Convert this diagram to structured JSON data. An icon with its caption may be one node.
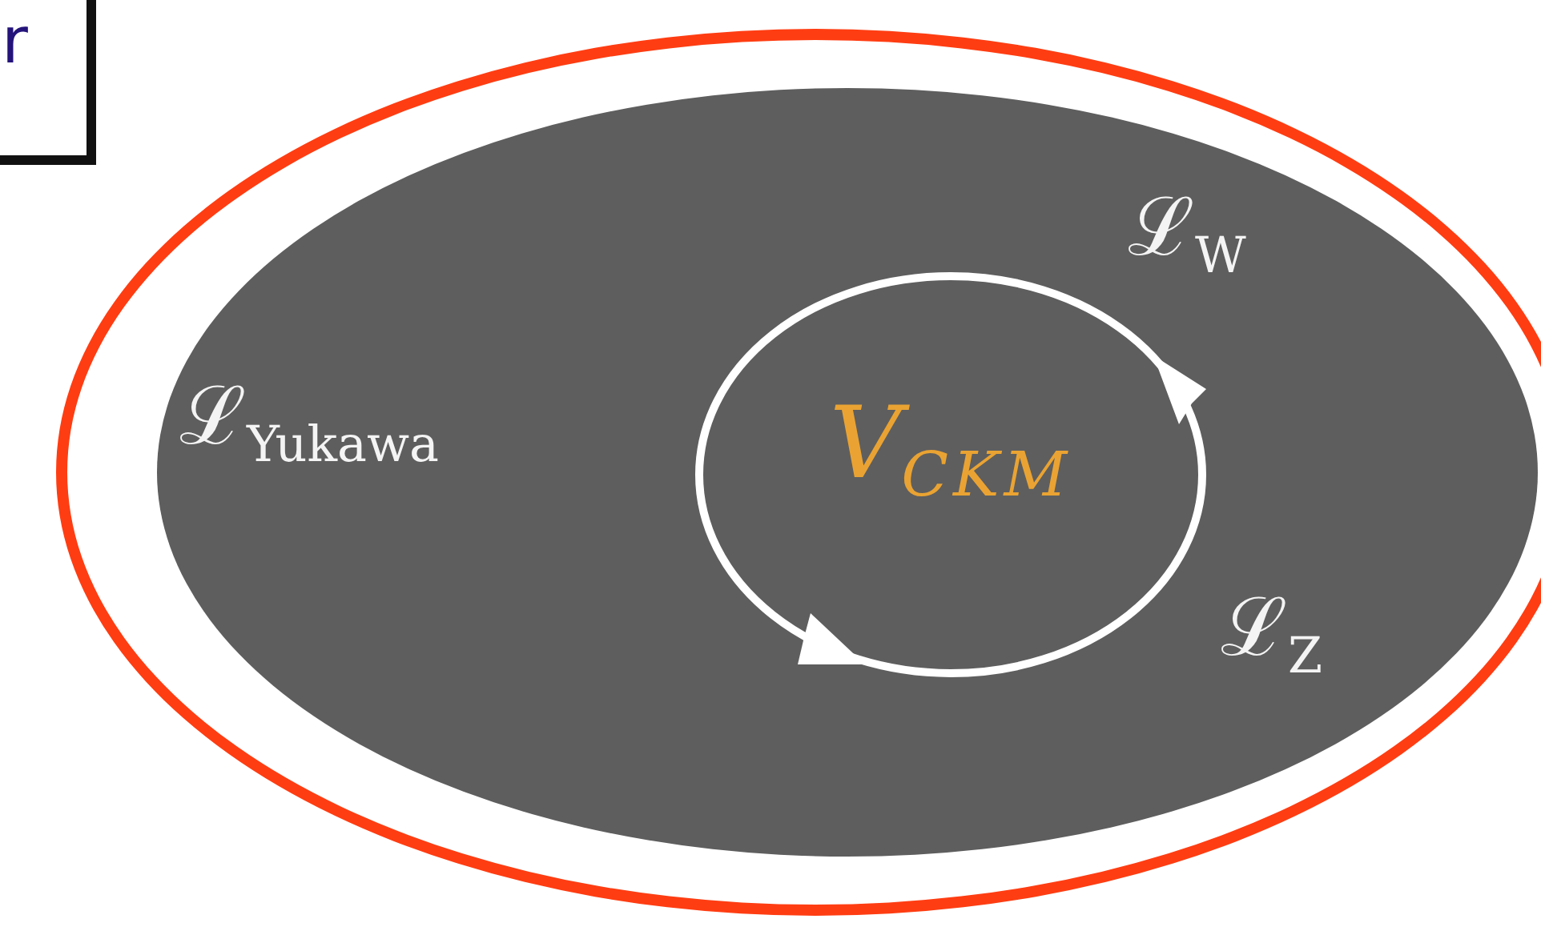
{
  "diagram": {
    "nodes": [
      {
        "text": [
          "r"
        ]
      },
      {
        "text": [],
        "shape": "ellipse"
      },
      {
        "text": [
          "ℒ$_{Yukawa}$",
          "ℒ$_{W}$",
          "ℒ$_{Z}$"
        ],
        "in": 1
      },
      {
        "text": [
          "V$_{CKM}$"
        ],
        "in": 2
      }
    ]
  }
}
